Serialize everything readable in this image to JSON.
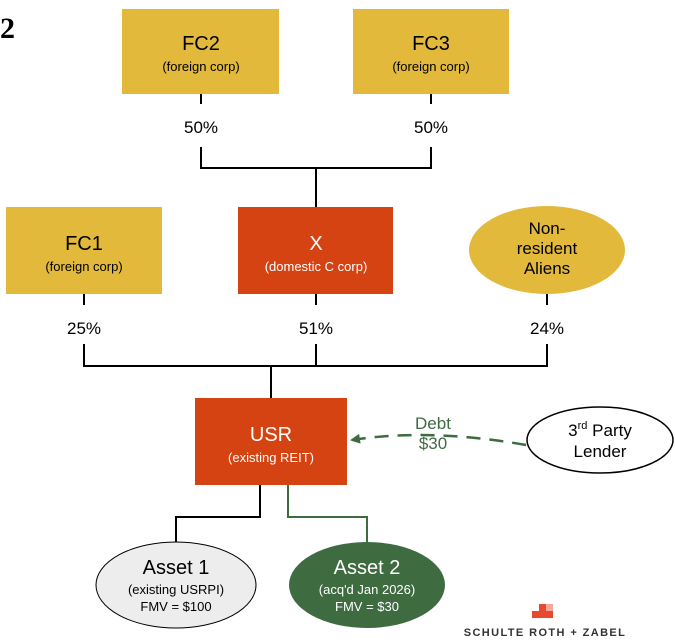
{
  "slide_number": "2",
  "colors": {
    "foreign": "#E2B93B",
    "domestic": "#D54312",
    "asset2": "#3E6B40",
    "asset1": "#EDEDED",
    "debt": "#3E6B40",
    "logo_red": "#E8482C",
    "logo_pink": "#F2A99B"
  },
  "entities": {
    "fc2": {
      "name": "FC2",
      "type": "(foreign corp)"
    },
    "fc3": {
      "name": "FC3",
      "type": "(foreign corp)"
    },
    "fc1": {
      "name": "FC1",
      "type": "(foreign corp)"
    },
    "x": {
      "name": "X",
      "type": "(domestic C corp)"
    },
    "nra": {
      "line1": "Non-",
      "line2": "resident",
      "line3": "Aliens"
    },
    "usr": {
      "name": "USR",
      "type": "(existing REIT)"
    },
    "lender": {
      "sup": "rd",
      "base": "3",
      "line1_rest": " Party",
      "line2": "Lender"
    },
    "asset1": {
      "name": "Asset 1",
      "line2": "(existing USRPI)",
      "line3": "FMV = $100"
    },
    "asset2": {
      "name": "Asset 2",
      "line2": "(acq'd Jan 2026)",
      "line3": "FMV = $30"
    }
  },
  "ownership": {
    "fc2_to_x": "50%",
    "fc3_to_x": "50%",
    "fc1_to_usr": "25%",
    "x_to_usr": "51%",
    "nra_to_usr": "24%"
  },
  "debt": {
    "label": "Debt",
    "amount": "$30"
  },
  "logo": {
    "text": "SCHULTE ROTH + ZABEL"
  }
}
